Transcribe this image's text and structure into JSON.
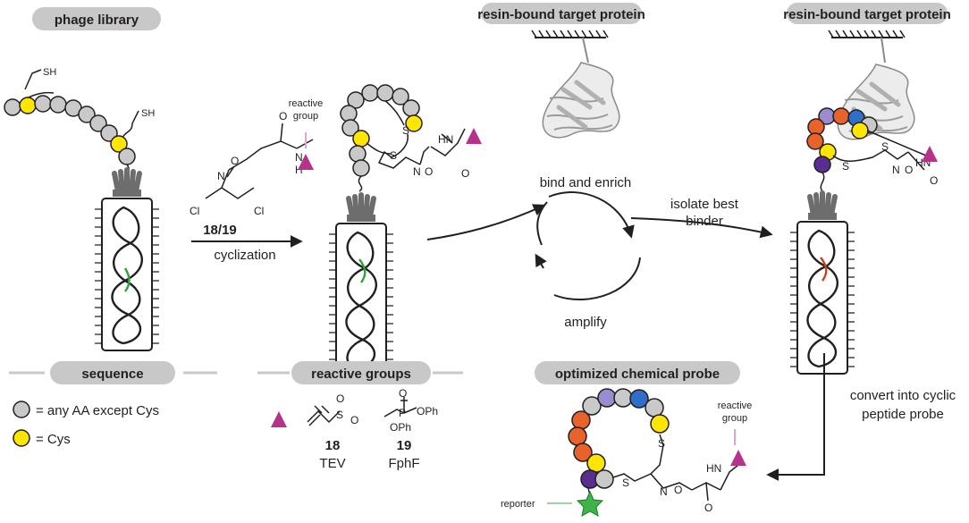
{
  "panel_titles": {
    "phage_library": "phage library",
    "target_left": "resin-bound target protein",
    "target_right": "resin-bound target protein",
    "sequence": "sequence",
    "reactive_groups": "reactive groups",
    "optimized_probe": "optimized chemical probe"
  },
  "labels": {
    "sh_top": "SH",
    "sh_bottom": "SH",
    "reactive_group_line1": "reactive",
    "reactive_group_line2": "group",
    "compound_id": "18/19",
    "cyclization": "cyclization",
    "bind_and_enrich": "bind and enrich",
    "amplify": "amplify",
    "isolate_line1": "isolate best",
    "isolate_line2": "binder",
    "convert_line1": "convert into cyclic",
    "convert_line2": "peptide probe",
    "reporter": "reporter",
    "probe_reactive_line1": "reactive",
    "probe_reactive_line2": "group"
  },
  "chem_atoms": {
    "cl": "Cl",
    "o": "O",
    "n": "N",
    "h": "H",
    "hn": "HN",
    "s": "S",
    "oph": "OPh",
    "p": "P"
  },
  "legend": {
    "grey_text": "= any AA except Cys",
    "yellow_text": "= Cys"
  },
  "reactive_group_items": [
    {
      "number": "18",
      "name": "TEV"
    },
    {
      "number": "19",
      "name": "FphF"
    }
  ],
  "colors": {
    "pill": "#c8c8c8",
    "grey_residue": "#c9c9c9",
    "cys": "#ffe600",
    "magenta": "#b5338a",
    "orange": "#e8632b",
    "blue": "#2f6fc9",
    "lavender": "#9b8ccf",
    "purple": "#5a2d91",
    "green_star": "#3db34a",
    "dna_green": "#2ea33a",
    "dna_red": "#c9401f"
  }
}
